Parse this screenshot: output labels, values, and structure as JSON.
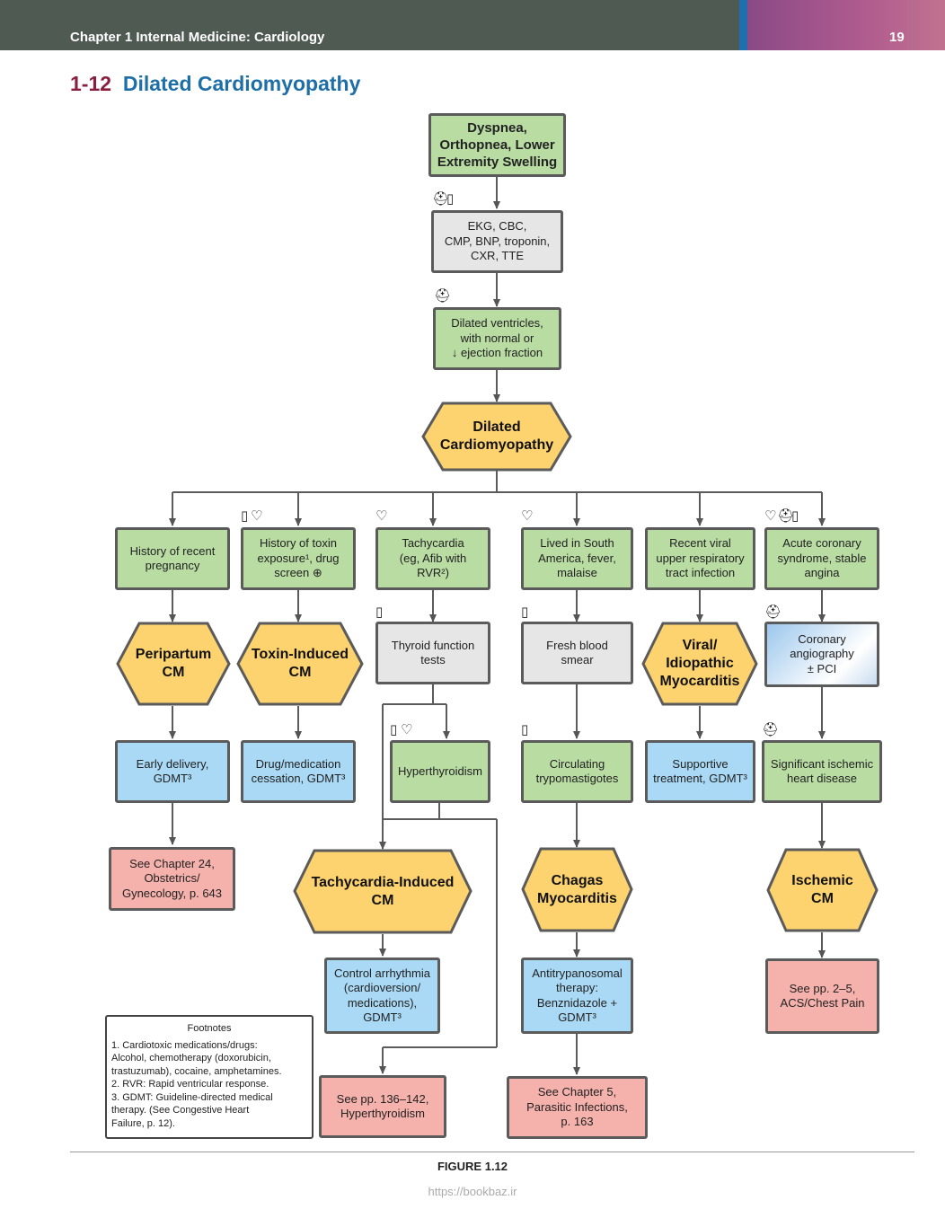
{
  "header": {
    "chapter": "Chapter 1  Internal Medicine: Cardiology",
    "page_number": "19"
  },
  "title": {
    "number": "1-12",
    "name": "Dilated Cardiomyopathy"
  },
  "boxes": {
    "symptoms": "Dyspnea,\nOrthopnea, Lower\nExtremity Swelling",
    "workup": "EKG, CBC,\nCMP, BNP, troponin,\nCXR, TTE",
    "dilated_ventricles": "Dilated ventricles,\nwith normal or\n↓ ejection fraction",
    "dcm": "Dilated\nCardiomyopathy",
    "c1_history": "History of recent\npregnancy",
    "c1_hex": "Peripartum\nCM",
    "c1_tx": "Early delivery,\nGDMT³",
    "c1_ref": "See Chapter 24,\nObstetrics/\nGynecology, p. 643",
    "c2_history": "History of toxin\nexposure¹, drug\nscreen ⊕",
    "c2_hex": "Toxin-Induced\nCM",
    "c2_tx": "Drug/medication\ncessation, GDMT³",
    "c3_history": "Tachycardia\n(eg, Afib with\nRVR²)",
    "c3_test": "Thyroid function\ntests",
    "c3_hyper": "Hyperthyroidism",
    "c3_hex": "Tachycardia-Induced\nCM",
    "c3_tx": "Control arrhythmia\n(cardioversion/\nmedications),\nGDMT³",
    "c3_ref": "See pp. 136–142,\nHyperthyroidism",
    "c4_history": "Lived in South\nAmerica, fever,\nmalaise",
    "c4_test": "Fresh blood\nsmear",
    "c4_finding": "Circulating\ntrypomastigotes",
    "c4_hex": "Chagas\nMyocarditis",
    "c4_tx": "Antitrypanosomal\ntherapy:\nBenznidazole +\nGDMT³",
    "c4_ref": "See Chapter 5,\nParasitic Infections,\np. 163",
    "c5_history": "Recent viral\nupper respiratory\ntract infection",
    "c5_hex": "Viral/\nIdiopathic\nMyocarditis",
    "c5_tx": "Supportive\ntreatment, GDMT³",
    "c6_history": "Acute coronary\nsyndrome, stable\nangina",
    "c6_test": "Coronary\nangiography\n± PCI",
    "c6_finding": "Significant ischemic\nheart disease",
    "c6_hex": "Ischemic\nCM",
    "c6_ref": "See pp. 2–5,\nACS/Chest Pain"
  },
  "icons": {
    "imaging": "imaging-icon",
    "lab": "test-tube-icon",
    "exam": "stethoscope-icon"
  },
  "footnotes": {
    "heading": "Footnotes",
    "items": [
      "1. Cardiotoxic medications/drugs:\n    Alcohol, chemotherapy (doxorubicin,\n    trastuzumab), cocaine, amphetamines.",
      "2. RVR: Rapid ventricular response.",
      "3. GDMT: Guideline-directed medical\n    therapy. (See Congestive Heart\n    Failure, p. 12)."
    ]
  },
  "caption": "FIGURE 1.12",
  "url": "https://bookbaz.ir",
  "colors": {
    "green": "#b9dca3",
    "gray": "#e6e6e6",
    "blue": "#a9d9f4",
    "pink": "#f5b1ab",
    "hex": "#fdd36f",
    "title_num": "#8b1e3f",
    "title_name": "#1e6fa8"
  }
}
